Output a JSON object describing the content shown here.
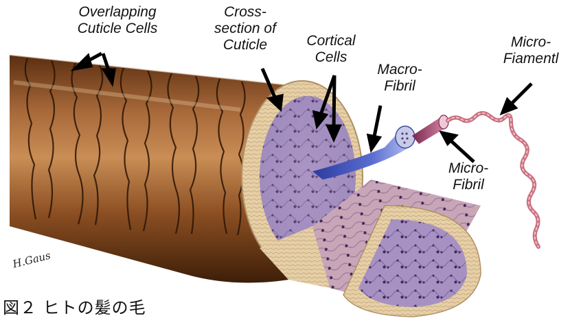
{
  "labels": {
    "overlapping_1": "Overlapping",
    "overlapping_2": "Cuticle Cells",
    "cross_1": "Cross-",
    "cross_2": "section of",
    "cross_3": "Cuticle",
    "cortical_1": "Cortical",
    "cortical_2": "Cells",
    "macro_1": "Macro-",
    "macro_2": "Fibril",
    "microfil_1": "Micro-",
    "microfil_2": "Fiamentl",
    "microfib_1": "Micro-",
    "microfib_2": "Fibril"
  },
  "signature": "H.Gaus",
  "caption": "図２ ヒトの髪の毛"
}
